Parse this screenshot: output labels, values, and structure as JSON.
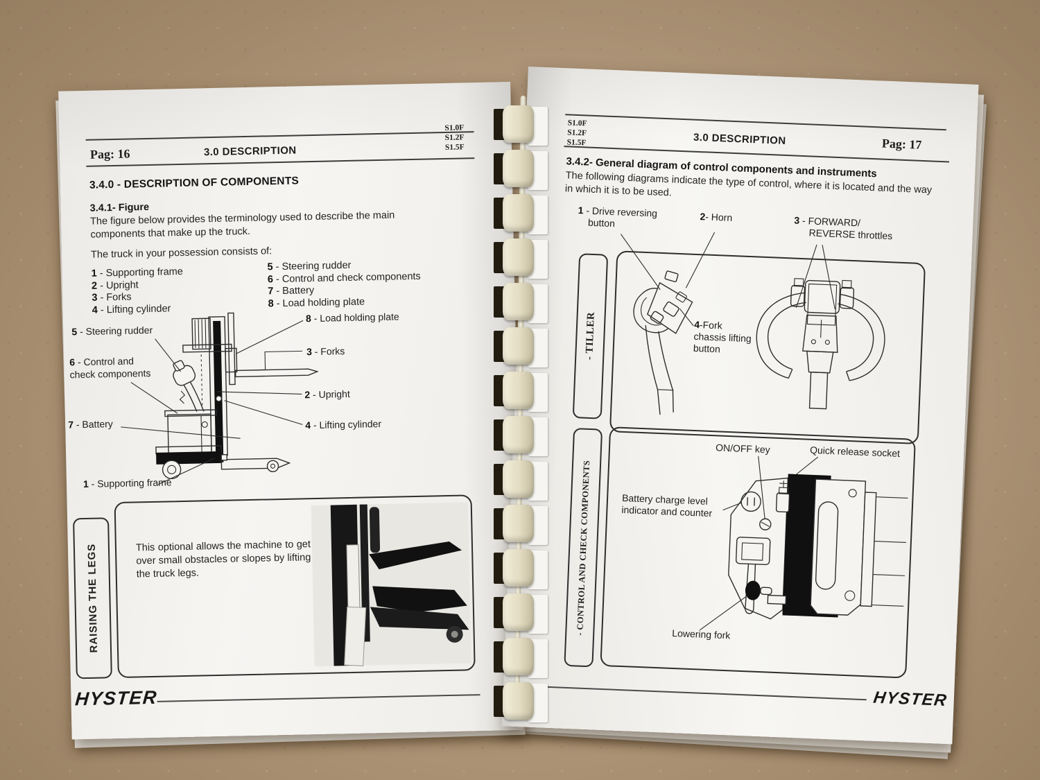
{
  "brand": "HYSTER",
  "left_page": {
    "header": {
      "page_label": "Pag: 16",
      "title": "3.0 DESCRIPTION",
      "models": [
        "S1.0F",
        "S1.2F",
        "S1.5F"
      ]
    },
    "section_title": "3.4.0 - DESCRIPTION OF COMPONENTS",
    "figure_heading": "3.4.1- Figure",
    "figure_paragraph": "The figure below provides the terminology used to describe the main components that make up the truck.",
    "intro": "The truck in your possession consists of:",
    "components_col1": [
      {
        "num": "1",
        "text": " - Supporting frame"
      },
      {
        "num": "2",
        "text": " - Upright"
      },
      {
        "num": "3",
        "text": " - Forks"
      },
      {
        "num": "4",
        "text": " - Lifting cylinder"
      }
    ],
    "components_col2": [
      {
        "num": "5",
        "text": " - Steering rudder"
      },
      {
        "num": "6",
        "text": " - Control and check components"
      },
      {
        "num": "7",
        "text": " - Battery"
      },
      {
        "num": "8",
        "text": " - Load holding plate"
      }
    ],
    "diagram_labels": {
      "load_plate": {
        "num": "8",
        "text": " - Load holding plate"
      },
      "forks": {
        "num": "3",
        "text": " - Forks"
      },
      "upright": {
        "num": "2",
        "text": " - Upright"
      },
      "cylinder": {
        "num": "4",
        "text": " - Lifting cylinder"
      },
      "rudder": {
        "num": "5",
        "text": " - Steering rudder"
      },
      "control": {
        "num": "6",
        "text": " - Control and",
        "text2": "check components"
      },
      "battery": {
        "num": "7",
        "text": " - Battery"
      },
      "frame": {
        "num": "1",
        "text": " - Supporting frame"
      }
    },
    "raising_box": {
      "tab": "RAISING THE LEGS",
      "text": "This optional allows the machine to get over small obstacles or slopes by lifting the truck legs."
    }
  },
  "right_page": {
    "header": {
      "models": [
        "S1.0F",
        "S1.2F",
        "S1.5F"
      ],
      "title": "3.0 DESCRIPTION",
      "page_label": "Pag: 17"
    },
    "section_heading": "3.4.2-  General diagram of control components and instruments",
    "paragraph": "The following diagrams indicate the type of control, where it is located and the way in which it is to be used.",
    "labels": {
      "drive": {
        "num": "1",
        "text": " - Drive reversing",
        "text2": "button"
      },
      "horn": {
        "num": "2",
        "text": "- Horn"
      },
      "throttles": {
        "num": "3",
        "text": " - FORWARD/",
        "text2": "REVERSE throttles"
      },
      "fork_button": {
        "num": "4",
        "text": "-Fork",
        "text2": "chassis lifting",
        "text3": "button"
      },
      "onoff": "ON/OFF key",
      "socket": "Quick release socket",
      "battery_l1": "Battery charge level",
      "battery_l2": "indicator and counter",
      "lowering": "Lowering fork"
    },
    "tiller_tab": "- TILLER",
    "control_tab": "- CONTROL AND CHECK COMPONENTS"
  }
}
